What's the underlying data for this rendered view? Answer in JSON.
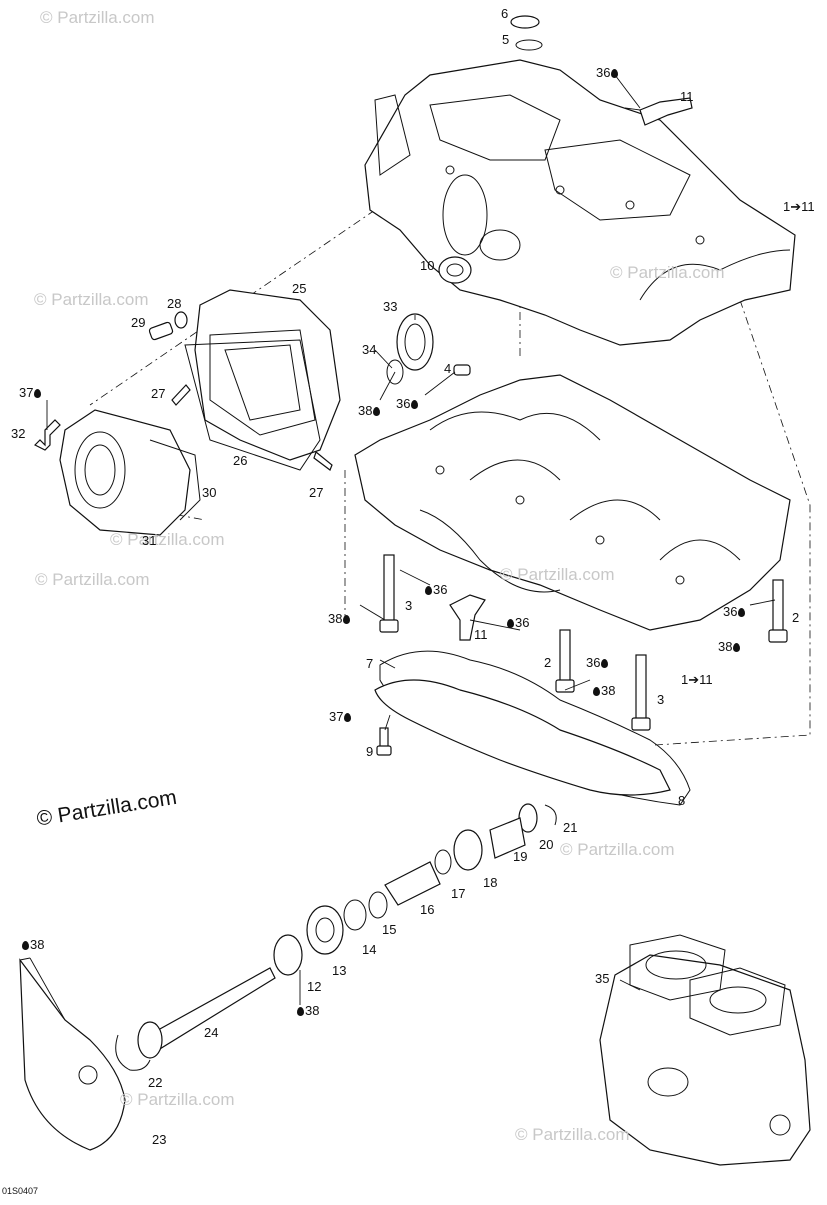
{
  "watermark_text": "© Partzilla.com",
  "credit_text": "© Partzilla.com",
  "diagram_code": "01S0407",
  "callouts": [
    {
      "id": "c6",
      "text": "6",
      "drop": ""
    },
    {
      "id": "c5",
      "text": "5",
      "drop": ""
    },
    {
      "id": "c36a",
      "text": "36",
      "drop": "after"
    },
    {
      "id": "c11a",
      "text": "11",
      "drop": ""
    },
    {
      "id": "c1a",
      "text": "1➔11",
      "drop": ""
    },
    {
      "id": "c10",
      "text": "10",
      "drop": ""
    },
    {
      "id": "c25",
      "text": "25",
      "drop": ""
    },
    {
      "id": "c28",
      "text": "28",
      "drop": ""
    },
    {
      "id": "c29",
      "text": "29",
      "drop": ""
    },
    {
      "id": "c33",
      "text": "33",
      "drop": ""
    },
    {
      "id": "c34",
      "text": "34",
      "drop": ""
    },
    {
      "id": "c37a",
      "text": "37",
      "drop": "after"
    },
    {
      "id": "c27a",
      "text": "27",
      "drop": ""
    },
    {
      "id": "c4",
      "text": "4",
      "drop": ""
    },
    {
      "id": "c38a",
      "text": "38",
      "drop": "after"
    },
    {
      "id": "c36b",
      "text": "36",
      "drop": "after"
    },
    {
      "id": "c32",
      "text": "32",
      "drop": ""
    },
    {
      "id": "c26",
      "text": "26",
      "drop": ""
    },
    {
      "id": "c30",
      "text": "30",
      "drop": ""
    },
    {
      "id": "c27b",
      "text": "27",
      "drop": ""
    },
    {
      "id": "c31",
      "text": "31",
      "drop": ""
    },
    {
      "id": "c36c",
      "text": "36",
      "drop": "before"
    },
    {
      "id": "c38b",
      "text": "38",
      "drop": "after"
    },
    {
      "id": "c3a",
      "text": "3",
      "drop": ""
    },
    {
      "id": "c11b",
      "text": "11",
      "drop": ""
    },
    {
      "id": "c36d",
      "text": "36",
      "drop": "before"
    },
    {
      "id": "c36e",
      "text": "36",
      "drop": "after"
    },
    {
      "id": "c2a",
      "text": "2",
      "drop": ""
    },
    {
      "id": "c38c",
      "text": "38",
      "drop": "after"
    },
    {
      "id": "c7",
      "text": "7",
      "drop": ""
    },
    {
      "id": "c2b",
      "text": "2",
      "drop": ""
    },
    {
      "id": "c36f",
      "text": "36",
      "drop": "after"
    },
    {
      "id": "c1b",
      "text": "1➔11",
      "drop": ""
    },
    {
      "id": "c38d",
      "text": "38",
      "drop": "before"
    },
    {
      "id": "c3b",
      "text": "3",
      "drop": ""
    },
    {
      "id": "c37b",
      "text": "37",
      "drop": "after"
    },
    {
      "id": "c9",
      "text": "9",
      "drop": ""
    },
    {
      "id": "c8",
      "text": "8",
      "drop": ""
    },
    {
      "id": "c21",
      "text": "21",
      "drop": ""
    },
    {
      "id": "c20",
      "text": "20",
      "drop": ""
    },
    {
      "id": "c19",
      "text": "19",
      "drop": ""
    },
    {
      "id": "c18",
      "text": "18",
      "drop": ""
    },
    {
      "id": "c17",
      "text": "17",
      "drop": ""
    },
    {
      "id": "c16",
      "text": "16",
      "drop": ""
    },
    {
      "id": "c15",
      "text": "15",
      "drop": ""
    },
    {
      "id": "c14",
      "text": "14",
      "drop": ""
    },
    {
      "id": "c13",
      "text": "13",
      "drop": ""
    },
    {
      "id": "c12",
      "text": "12",
      "drop": ""
    },
    {
      "id": "c38e",
      "text": "38",
      "drop": "before"
    },
    {
      "id": "c38f",
      "text": "38",
      "drop": "before"
    },
    {
      "id": "c24",
      "text": "24",
      "drop": ""
    },
    {
      "id": "c22",
      "text": "22",
      "drop": ""
    },
    {
      "id": "c23",
      "text": "23",
      "drop": ""
    },
    {
      "id": "c35",
      "text": "35",
      "drop": ""
    }
  ]
}
